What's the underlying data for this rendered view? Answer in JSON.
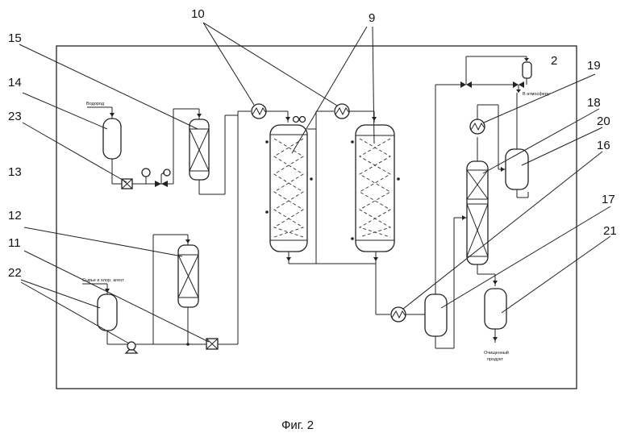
{
  "labels": {
    "n2": "2",
    "n9": "9",
    "n10": "10",
    "n11": "11",
    "n12": "12",
    "n13": "13",
    "n14": "14",
    "n15": "15",
    "n16": "16",
    "n17": "17",
    "n18": "18",
    "n19": "19",
    "n20": "20",
    "n21": "21",
    "n22": "22",
    "n23": "23"
  },
  "streams": {
    "hydrogen": "Водород",
    "feed": "Сырье и хлор. агент",
    "atmosphere": "В атмосферу",
    "product_line1": "Очищенный",
    "product_line2": "продукт"
  },
  "caption": "Фиг. 2"
}
